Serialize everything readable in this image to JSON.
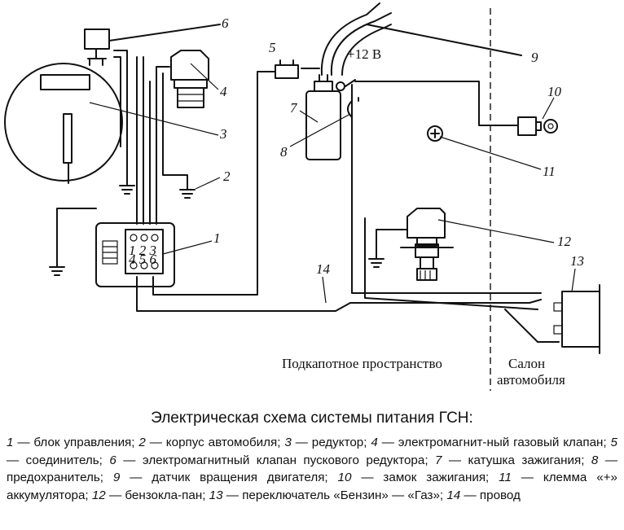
{
  "labels": {
    "n1": "1",
    "n2": "2",
    "n3": "3",
    "n4": "4",
    "n5": "5",
    "n6": "6",
    "n7": "7",
    "n8": "8",
    "n9": "9",
    "n10": "10",
    "n11": "11",
    "n12": "12",
    "n13": "13",
    "n14": "14",
    "plus12": "+12 В",
    "block_pins_top": "1 2 3",
    "block_pins_bottom": "4 5 6",
    "engine_bay": "Подкапотное пространство",
    "cabin_line1": "Салон",
    "cabin_line2": "автомобиля"
  },
  "caption": "Электрическая схема системы питания ГСН:",
  "legend": [
    {
      "n": "1",
      "t": " — блок управления; "
    },
    {
      "n": "2",
      "t": " — корпус автомобиля; "
    },
    {
      "n": "3",
      "t": " — редуктор; "
    },
    {
      "n": "4",
      "t": " — электромагнит-ный газовый клапан; "
    },
    {
      "n": "5",
      "t": " — соединитель; "
    },
    {
      "n": "6",
      "t": " — электромагнитный клапан пускового редуктора; "
    },
    {
      "n": "7",
      "t": " — катушка зажигания; "
    },
    {
      "n": "8",
      "t": " — предохранитель; "
    },
    {
      "n": "9",
      "t": " — датчик вращения двигателя; "
    },
    {
      "n": "10",
      "t": " — замок зажигания; "
    },
    {
      "n": "11",
      "t": " — клемма «+» аккумулятора; "
    },
    {
      "n": "12",
      "t": " — бензокла-пан; "
    },
    {
      "n": "13",
      "t": " — переключатель «Бензин» — «Газ»; "
    },
    {
      "n": "14",
      "t": " — провод"
    }
  ]
}
